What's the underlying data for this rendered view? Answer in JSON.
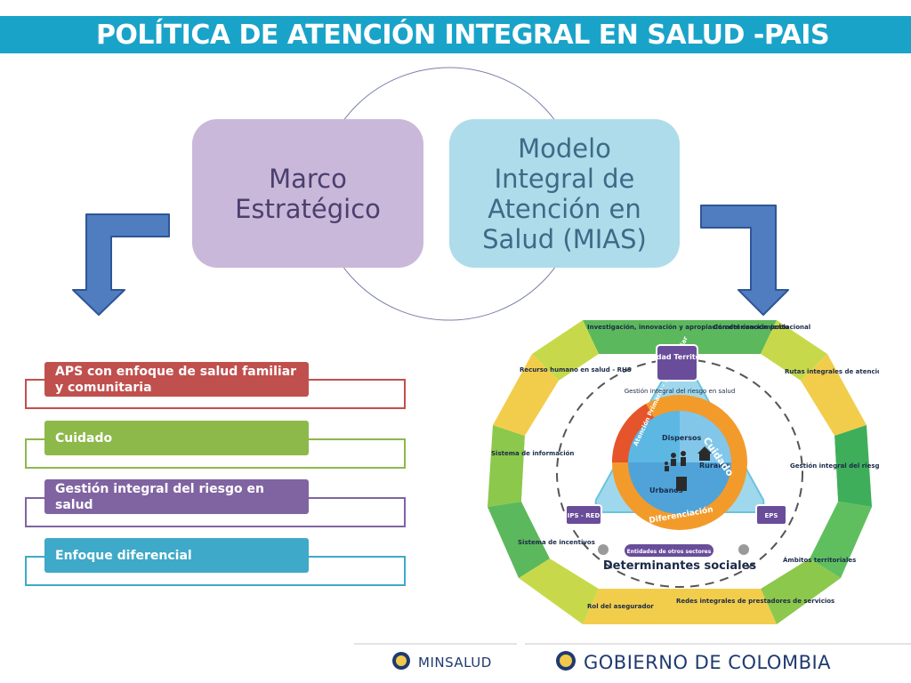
{
  "header": {
    "title": "POLÍTICA DE ATENCIÓN INTEGRAL EN SALUD -PAIS"
  },
  "boxes": {
    "marco": "Marco\nEstratégico",
    "mias": "Modelo\nIntegral de\nAtención en\nSalud (MIAS)"
  },
  "components": [
    {
      "label": "APS con enfoque de salud familiar y comunitaria",
      "color": "#c0504d"
    },
    {
      "label": "Cuidado",
      "color": "#8db84a"
    },
    {
      "label": "Gestión integral del riesgo en salud",
      "color": "#8064a2"
    },
    {
      "label": "Enfoque diferencial",
      "color": "#3fa9c9"
    }
  ],
  "mias_diagram": {
    "outer_labels": {
      "investigacion": "Investigación, innovación y apropiación del conocimiento",
      "caracterizacion": "Caracterización poblacional",
      "rutas": "Rutas integrales de atención en salud - RIAS",
      "gestion": "Gestión integral del riesgo en salud",
      "ambitos": "Ámbitos territoriales",
      "redes": "Redes integrales de prestadores de servicios",
      "rol": "Rol del asegurador",
      "incentivos": "Sistema de incentivos",
      "informacion": "Sistema de información",
      "recurso": "Recurso humano en salud - RHS"
    },
    "nodes": {
      "entidad": "Entidad Territorial",
      "ips": "IPS - RED",
      "eps": "EPS",
      "otros": "Entidades de otros sectores"
    },
    "inner": {
      "gestion_riesgo": "Gestión integral del riesgo en salud",
      "aps": "Atención Primaria - Salud Familiar",
      "cuidado": "Cuidado",
      "diferenciacion": "Diferenciación",
      "dispersos": "Dispersos",
      "rurales": "Rurales",
      "urbanos": "Urbanos"
    },
    "determinantes": "Determinantes sociales"
  },
  "footer": {
    "minsalud": "MINSALUD",
    "gobierno": "GOBIERNO DE COLOMBIA"
  }
}
